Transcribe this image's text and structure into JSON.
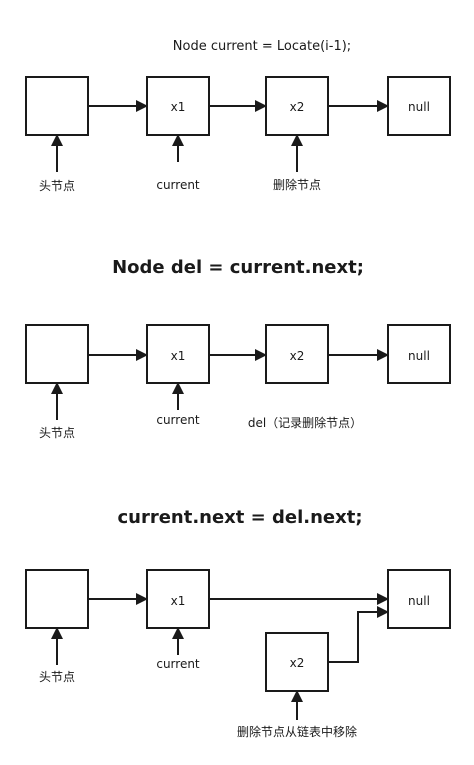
{
  "steps": [
    {
      "caption": "Node current = Locate(i-1);",
      "nodes": {
        "head": "",
        "n1": "x1",
        "n2": "x2",
        "nil": "null"
      },
      "labels": {
        "head": "头节点",
        "current": "current",
        "n2": "删除节点"
      }
    },
    {
      "caption": "Node del = current.next;",
      "nodes": {
        "head": "",
        "n1": "x1",
        "n2": "x2",
        "nil": "null"
      },
      "labels": {
        "head": "头节点",
        "current": "current",
        "n2": "del（记录删除节点）"
      }
    },
    {
      "caption": "current.next = del.next;",
      "nodes": {
        "head": "",
        "n1": "x1",
        "n2": "x2",
        "nil": "null"
      },
      "labels": {
        "head": "头节点",
        "current": "current",
        "n2": "删除节点从链表中移除"
      }
    }
  ]
}
